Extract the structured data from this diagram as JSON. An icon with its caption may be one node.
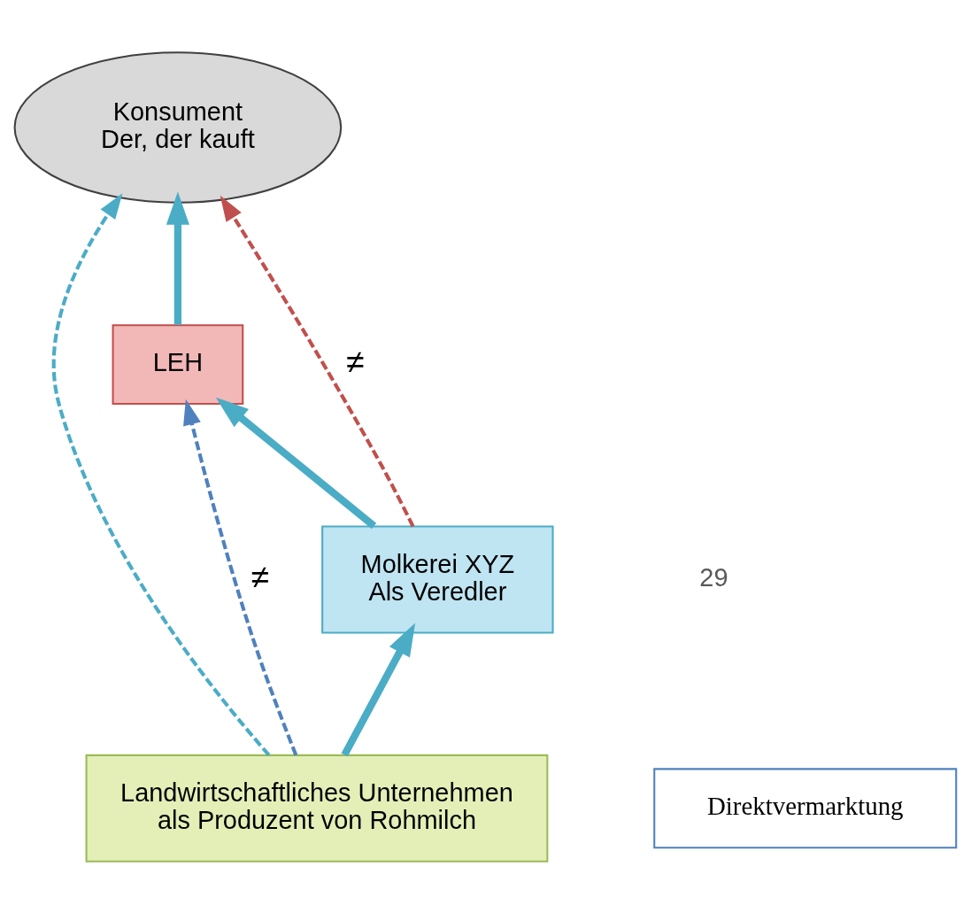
{
  "diagram": {
    "nodes": [
      {
        "text": [
          "Konsument",
          "Der, der kauft"
        ]
      },
      {
        "text": [
          "LEH"
        ]
      },
      {
        "text": [
          "Molkerei XYZ",
          "Als Veredler"
        ]
      },
      {
        "text": [
          "Landwirtschaftliches Unternehmen",
          "als Produzent von Rohmilch"
        ]
      },
      {
        "text": [
          "Direktvermarktung"
        ]
      }
    ],
    "edges": [
      {
        "from": 1,
        "to": 0,
        "arrow": "to",
        "style": "thick"
      },
      {
        "from": 3,
        "to": 0,
        "arrow": "to",
        "style": "dashed"
      },
      {
        "from": 2,
        "to": 0,
        "arrow": "to",
        "style": "dashed",
        "color": "#c0504d",
        "label": "≠"
      },
      {
        "from": 2,
        "to": 1,
        "arrow": "to",
        "style": "thick"
      },
      {
        "from": 3,
        "to": 2,
        "arrow": "to",
        "style": "thick"
      },
      {
        "from": 3,
        "to": 1,
        "arrow": "to",
        "style": "dashed",
        "color": "#4f81bd",
        "label": "≠"
      }
    ],
    "labels": [
      "29"
    ]
  }
}
